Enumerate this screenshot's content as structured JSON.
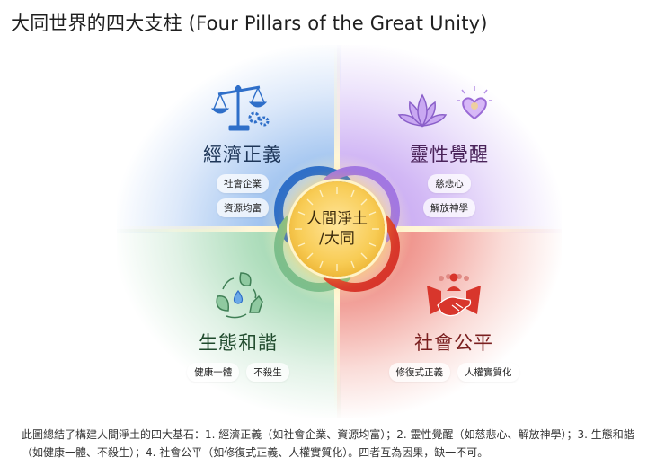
{
  "title": "大同世界的四大支柱 (Four Pillars of the Great Unity)",
  "center": {
    "line1": "人間淨土",
    "line2": "/大同",
    "color": "#f8cc55"
  },
  "pillars": [
    {
      "position": "top-left",
      "title": "經濟正義",
      "icon": "scales-gears-icon",
      "color": "#2f6fc9",
      "tags": [
        "社會企業",
        "資源均富"
      ]
    },
    {
      "position": "top-right",
      "title": "靈性覺醒",
      "icon": "lotus-heart-icon",
      "color": "#a277e3",
      "tags": [
        "慈悲心",
        "解放神學"
      ]
    },
    {
      "position": "bottom-left",
      "title": "生態和諧",
      "icon": "eco-cycle-icon",
      "color": "#4f9e62",
      "tags": [
        "健康一體",
        "不殺生"
      ]
    },
    {
      "position": "bottom-right",
      "title": "社會公平",
      "icon": "handshake-people-icon",
      "color": "#d8362c",
      "tags": [
        "修復式正義",
        "人權實質化"
      ]
    }
  ],
  "caption": "此圖總結了構建人間淨土的四大基石：1. 經濟正義（如社會企業、資源均富）；2. 靈性覺醒（如慈悲心、解放神學）；3. 生態和諧（如健康一體、不殺生）；4. 社會公平（如修復式正義、人權實質化）。四者互為因果，缺一不可。"
}
